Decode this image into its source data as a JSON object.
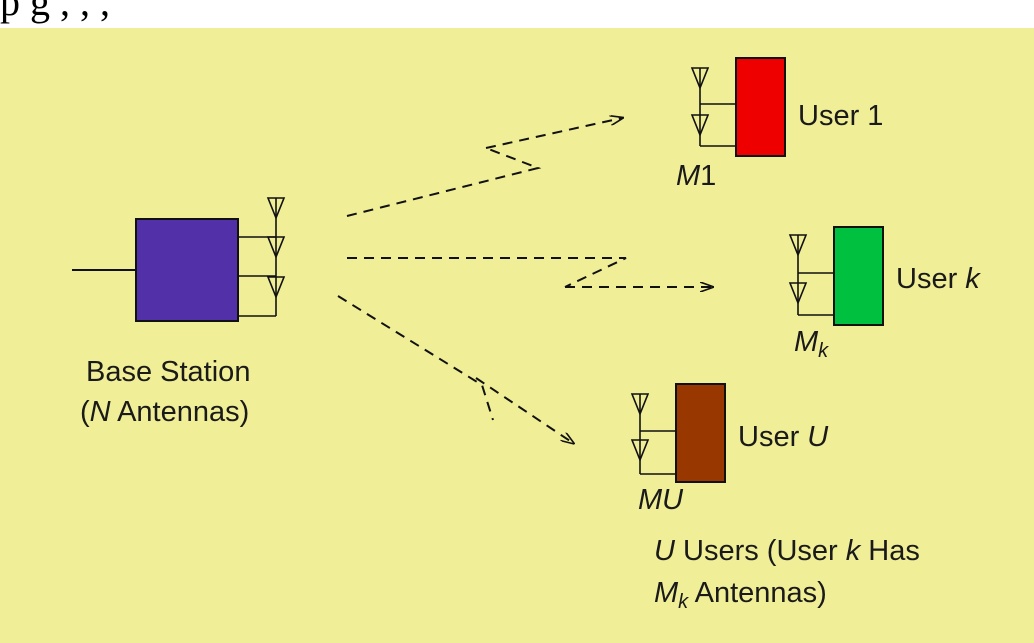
{
  "top_text": "p g        ,        ,        ,",
  "colors": {
    "panel_bg": "#f0ee96",
    "base_station": "#5230a8",
    "user1": "#ee0000",
    "userk": "#00c040",
    "userU": "#983800"
  },
  "base_station": {
    "label_line1": "Base Station",
    "label_paren_open": "(",
    "label_N": "N",
    "label_rest": " Antennas)"
  },
  "user1": {
    "label": "User 1",
    "ant_M": "M",
    "ant_num": "1"
  },
  "userk": {
    "label_prefix": "User ",
    "label_var": "k",
    "ant_M": "M",
    "ant_sub": "k"
  },
  "userU": {
    "label_prefix": "User ",
    "label_var": "U",
    "ant_M": "M",
    "ant_U": "U"
  },
  "note": {
    "line1_U": "U",
    "line1_mid": " Users (User ",
    "line1_k": "k",
    "line1_end": " Has",
    "line2_M": "M",
    "line2_sub": "k",
    "line2_end": " Antennas)"
  }
}
